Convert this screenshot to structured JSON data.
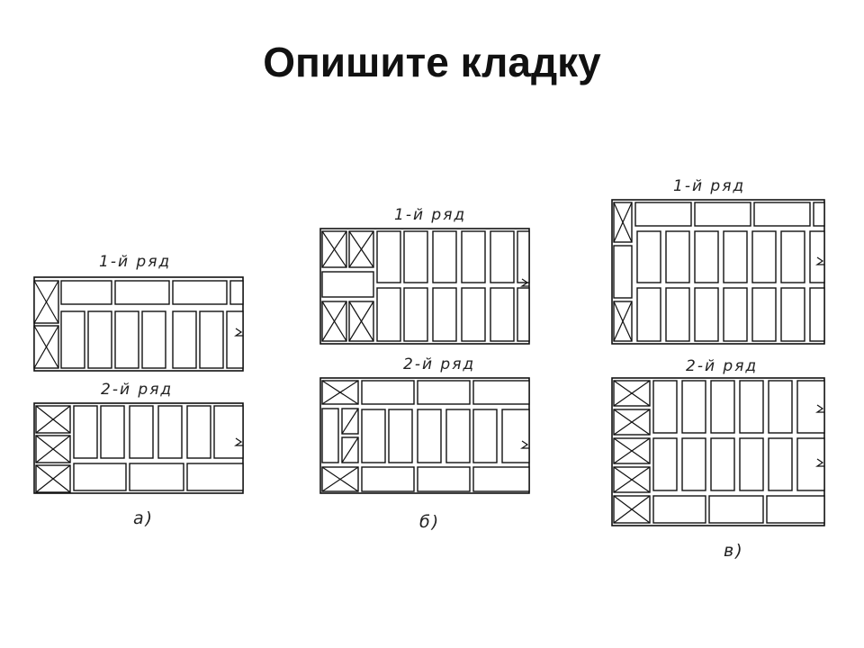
{
  "title": "Опишите кладку",
  "variants": [
    {
      "caption": "а)",
      "rows": [
        {
          "label": "1-й ряд"
        },
        {
          "label": "2-й ряд"
        }
      ]
    },
    {
      "caption": "б)",
      "rows": [
        {
          "label": "1-й ряд"
        },
        {
          "label": "2-й ряд"
        }
      ]
    },
    {
      "caption": "в)",
      "rows": [
        {
          "label": "1-й ряд"
        },
        {
          "label": "2-й ряд"
        }
      ]
    }
  ]
}
